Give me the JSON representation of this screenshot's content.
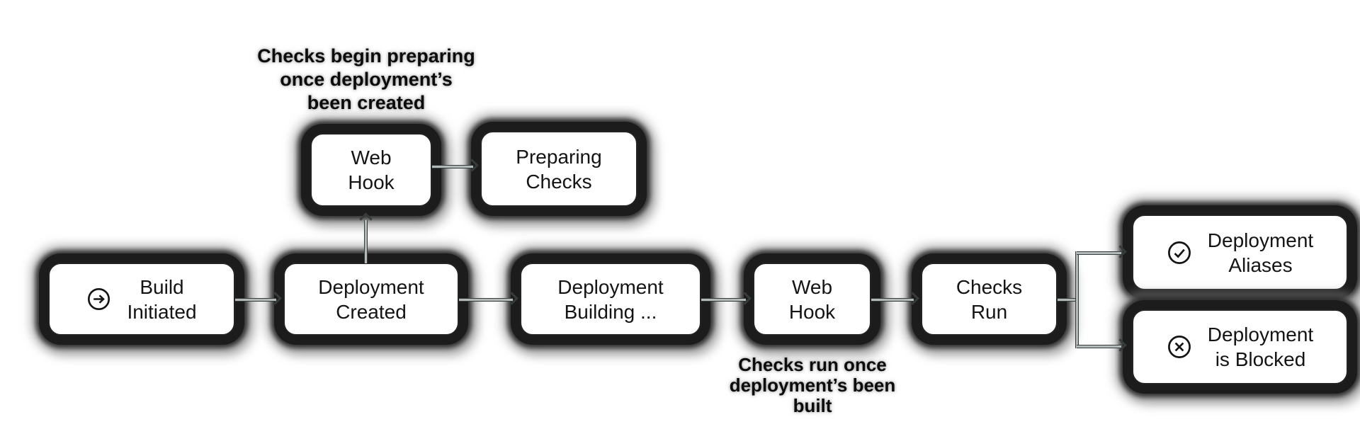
{
  "diagram_title": "deployment-checks-flow",
  "nodes": [
    {
      "id": "build-initiated",
      "icon": "arrow-right-circle",
      "label_lines": [
        "Build",
        "Initiated"
      ]
    },
    {
      "id": "web-hook-top",
      "icon": null,
      "label_lines": [
        "Web",
        "Hook"
      ]
    },
    {
      "id": "preparing-checks",
      "icon": null,
      "label_lines": [
        "Preparing",
        "Checks"
      ]
    },
    {
      "id": "deployment-created",
      "icon": null,
      "label_lines": [
        "Deployment",
        "Created"
      ]
    },
    {
      "id": "deployment-building",
      "icon": null,
      "label_lines": [
        "Deployment",
        "Building ..."
      ]
    },
    {
      "id": "web-hook-bottom",
      "icon": null,
      "label_lines": [
        "Web",
        "Hook"
      ]
    },
    {
      "id": "checks-run",
      "icon": null,
      "label_lines": [
        "Checks",
        "Run"
      ]
    },
    {
      "id": "deployment-aliases",
      "icon": "check-circle",
      "label_lines": [
        "Deployment",
        "Aliases"
      ]
    },
    {
      "id": "deployment-blocked",
      "icon": "x-circle",
      "label_lines": [
        "Deployment",
        "is Blocked"
      ]
    }
  ],
  "annotations": {
    "top": {
      "lines": [
        "Checks begin preparing",
        "once deployment’s",
        "been created"
      ]
    },
    "bottom": {
      "lines": [
        "Checks run once",
        "deployment’s been",
        "built"
      ]
    }
  },
  "colors": {
    "background": "#ffffff",
    "node_fill": "#ffffff",
    "node_border": "#232323",
    "halo_dark": "#1c1c1c",
    "halo_gray": "#8a8a8a",
    "connector_core": "#b3b8b8",
    "connector_edge": "#363c3c",
    "text": "#141414"
  }
}
